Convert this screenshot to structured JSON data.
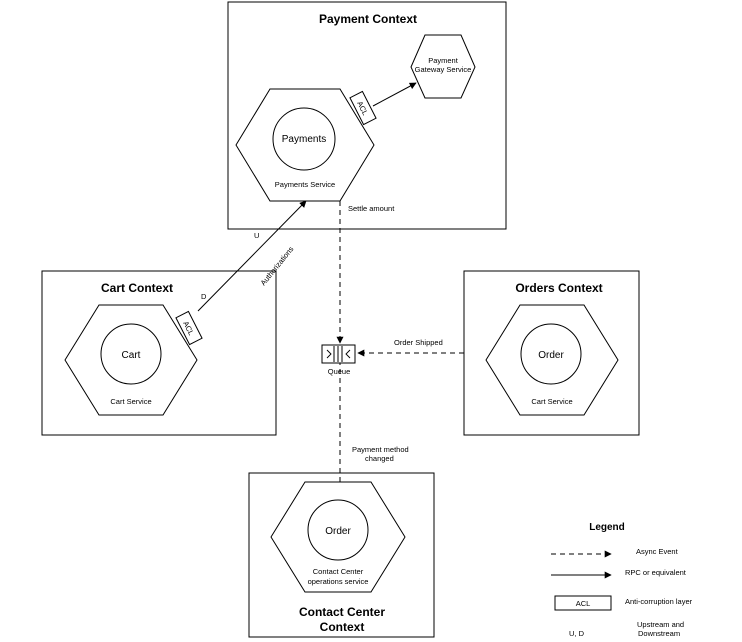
{
  "payment_context": {
    "title": "Payment Context",
    "service": "Payments Service",
    "core": "Payments",
    "gateway_line1": "Payment",
    "gateway_line2": "Gateway Service",
    "acl": "ACL"
  },
  "cart_context": {
    "title": "Cart Context",
    "core": "Cart",
    "service": "Cart Service",
    "acl": "ACL"
  },
  "orders_context": {
    "title": "Orders Context",
    "core": "Order",
    "service": "Cart Service"
  },
  "contact_center_context": {
    "title_line1": "Contact Center",
    "title_line2": "Context",
    "core": "Order",
    "service_line1": "Contact Center",
    "service_line2": "operations service"
  },
  "queue": {
    "label": "Queue"
  },
  "edges": {
    "settle_amount": "Settle amount",
    "authorizations": "Authorizations",
    "upstream_marker": "U",
    "downstream_marker": "D",
    "order_shipped": "Order Shipped",
    "payment_method_changed_line1": "Payment method",
    "payment_method_changed_line2": "changed"
  },
  "legend": {
    "title": "Legend",
    "async_event": "Async Event",
    "rpc": "RPC or equivalent",
    "acl_box": "ACL",
    "acl_desc": "Anti-corruption layer",
    "ud_marker": "U, D",
    "ud_desc_line1": "Upstream and",
    "ud_desc_line2": "Downstream"
  }
}
